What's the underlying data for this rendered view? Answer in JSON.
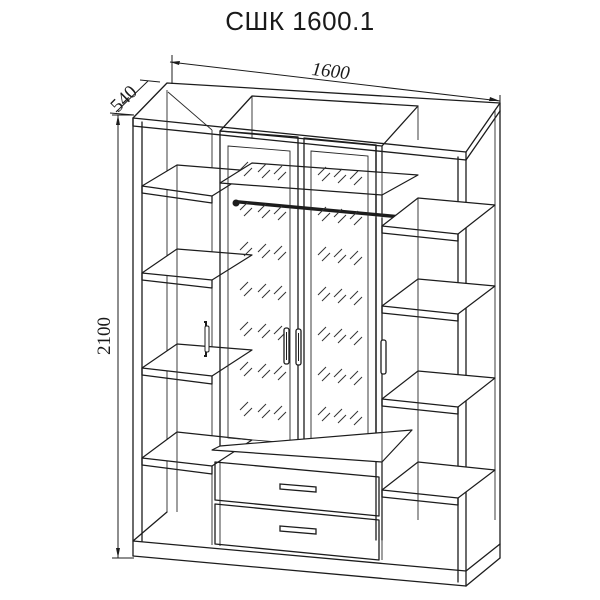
{
  "title": "СШК 1600.1",
  "dimensions": {
    "width": "1600",
    "depth": "540",
    "height": "2100"
  }
}
